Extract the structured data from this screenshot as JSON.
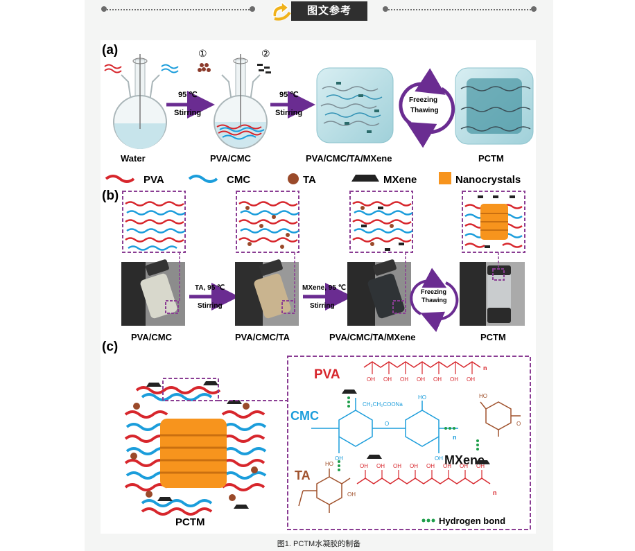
{
  "header": {
    "title": "图文参考"
  },
  "panel_a": {
    "label": "(a)",
    "marker1": "①",
    "marker2": "②",
    "arrow1_temp": "95 ℃",
    "arrow1_action": "Stirring",
    "arrow2_temp": "95 ℃",
    "arrow2_action": "Stirring",
    "cycle_line1": "Freezing",
    "cycle_line2": "Thawing",
    "stage_labels": [
      "Water",
      "PVA/CMC",
      "PVA/CMC/TA/MXene",
      "PCTM"
    ]
  },
  "legend": {
    "items": [
      "PVA",
      "CMC",
      "TA",
      "MXene",
      "Nanocrystals"
    ]
  },
  "panel_b": {
    "label": "(b)",
    "arrow1_text": "TA, 95 ℃",
    "arrow1_action": "Stirring",
    "arrow2_text": "MXene, 95 ℃",
    "arrow2_action": "Stirring",
    "cycle_line1": "Freezing",
    "cycle_line2": "Thawing",
    "stage_labels": [
      "PVA/CMC",
      "PVA/CMC/TA",
      "PVA/CMC/TA/MXene",
      "PCTM"
    ]
  },
  "panel_c": {
    "label": "(c)",
    "left_label": "PCTM",
    "pva": "PVA",
    "cmc": "CMC",
    "ta": "TA",
    "mxene": "MXene",
    "cmc_side": "CH₂CH₂COONa",
    "oh": "OH",
    "ho": "HO",
    "o": "O",
    "n": "n",
    "hbond": "Hydrogen bond"
  },
  "caption": "图1. PCTM水凝胶的制备"
}
